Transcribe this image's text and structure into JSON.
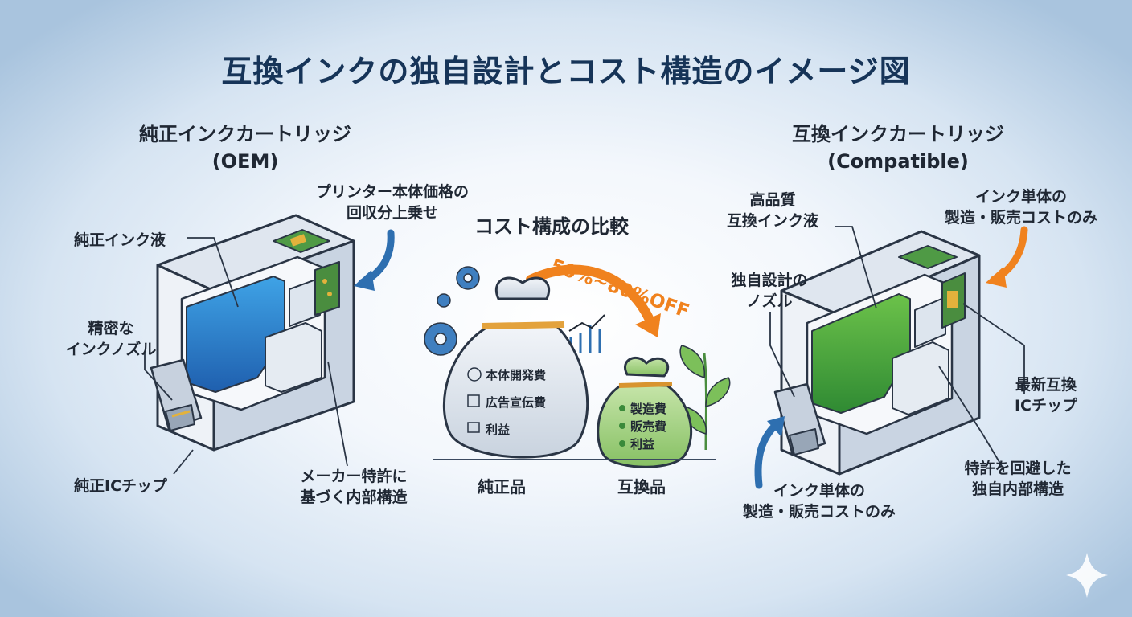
{
  "title": "互換インクの独自設計とコスト構造のイメージ図",
  "oem": {
    "heading_line1": "純正インクカートリッジ",
    "heading_line2": "(OEM)",
    "labels": {
      "ink": "純正インク液",
      "markup_line1": "プリンター本体価格の",
      "markup_line2": "回収分上乗せ",
      "nozzle_line1": "精密な",
      "nozzle_line2": "インクノズル",
      "chip": "純正ICチップ",
      "structure_line1": "メーカー特許に",
      "structure_line2": "基づく内部構造"
    }
  },
  "cost": {
    "heading": "コスト構成の比較",
    "discount": "50%~80%OFF",
    "oem_bag_items": [
      "本体開発費",
      "広告宣伝費",
      "利益"
    ],
    "compat_bag_items": [
      "製造費",
      "販売費",
      "利益"
    ],
    "oem_label": "純正品",
    "compat_label": "互換品"
  },
  "compat": {
    "heading_line1": "互換インクカートリッジ",
    "heading_line2": "(Compatible)",
    "labels": {
      "ink_line1": "高品質",
      "ink_line2": "互換インク液",
      "cost_top_line1": "インク単体の",
      "cost_top_line2": "製造・販売コストのみ",
      "nozzle_line1": "独自設計の",
      "nozzle_line2": "ノズル",
      "chip_line1": "最新互換",
      "chip_line2": "ICチップ",
      "structure_line1": "特許を回避した",
      "structure_line2": "独自内部構造",
      "cost_bottom_line1": "インク単体の",
      "cost_bottom_line2": "製造・販売コストのみ"
    }
  },
  "colors": {
    "title": "#163458",
    "oem_ink": "#2f8fd8",
    "compat_ink": "#4caa3c",
    "arrow_blue": "#2e6fb0",
    "arrow_orange": "#f0821e",
    "bag_grey": "#e3e8ef",
    "bag_green": "#a9d48a"
  }
}
